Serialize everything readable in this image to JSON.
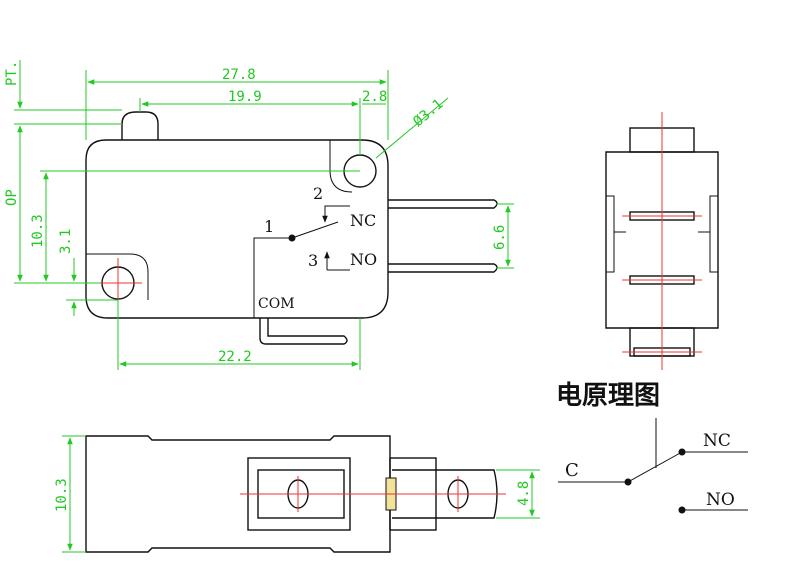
{
  "dimensions": {
    "pt": "PT.",
    "op": "OP",
    "d_27_8": "27.8",
    "d_19_9": "19.9",
    "d_2_8": "2.8",
    "d_hole": "Ø3.1",
    "d_10_3_side": "10.3",
    "d_3_1": "3.1",
    "d_6_6": "6.6",
    "d_22_2": "22.2",
    "d_10_3_bottom": "10.3",
    "d_4_8": "4.8"
  },
  "terminals": {
    "t1": "1",
    "t2": "2",
    "t3": "3",
    "nc": "NC",
    "no": "NO",
    "com": "COM"
  },
  "schematic": {
    "title": "电原理图",
    "c": "C",
    "nc": "NC",
    "no": "NO"
  }
}
